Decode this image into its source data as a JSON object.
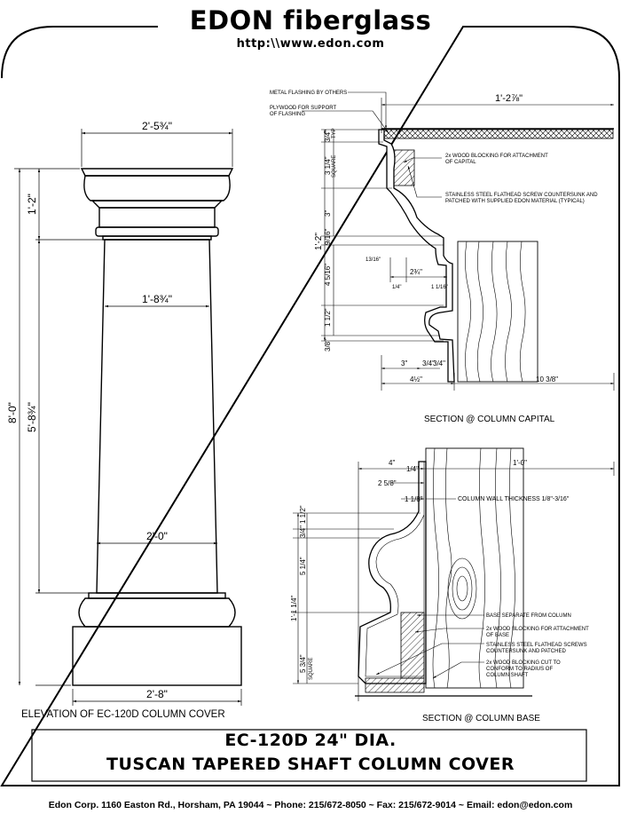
{
  "header": {
    "company": "EDON fiberglass",
    "url": "http:\\\\www.edon.com"
  },
  "elevation": {
    "caption": "ELEVATION OF EC-120D COLUMN COVER",
    "dim_capital_width": "2'-5¾\"",
    "dim_shaft_top": "1'-8¾\"",
    "dim_shaft_bottom": "2'-0\"",
    "dim_base_width": "2'-8\"",
    "dim_capital_height": "1'-2\"",
    "dim_total_height": "8'-0\"",
    "dim_shaft_height": "5'-8¾\""
  },
  "capital_section": {
    "caption": "SECTION @ COLUMN CAPITAL",
    "overall_width": "1'-2⅞\"",
    "notes": [
      "METAL FLASHING BY OTHERS",
      "PLYWOOD FOR SUPPORT",
      "OF FLASHING",
      "2x WOOD BLOCKING FOR ATTACHMENT",
      "OF CAPITAL",
      "STAINLESS STEEL FLATHEAD SCREW COUNTERSUNK AND",
      "PATCHED WITH SUPPLIED EDON MATERIAL (TYPICAL)"
    ],
    "dims_vertical": [
      "3/4\"",
      "3 1/4\"",
      "3\"",
      "9/16\"",
      "4 5/16\"",
      "1 1/2\"",
      "3/8\"",
      "1'-2\""
    ],
    "dims_small": [
      "TYP",
      "SQUARE",
      "13/16\"",
      "1/4\"",
      "1 1/16\""
    ],
    "dims_horizontal": [
      "2¾\"",
      "3\"",
      "3/4\"",
      "3/4\"",
      "4½\"",
      "10 3/8\""
    ]
  },
  "base_section": {
    "caption": "SECTION @ COLUMN BASE",
    "dims_top": [
      "4\"",
      "1/4\"",
      "1'-0\"",
      "2 5/8\"",
      "1 1/8\""
    ],
    "wall_note": "COLUMN WALL THICKNESS 1/8\"-3/16\"",
    "dims_vertical": [
      "1 1/2\"",
      "3/4\"",
      "5 1/4\"",
      "1'-1 1/4\"",
      "5 3/4\""
    ],
    "dims_small": [
      "SQUARE"
    ],
    "notes": [
      "BASE SEPARATE FROM COLUMN",
      "2x WOOD BLOCKING FOR ATTACHMENT",
      "OF BASE",
      "STAINLESS STEEL FLATHEAD SCREWS",
      "COUNTERSUNK AND PATCHED",
      "2x WOOD BLOCKING CUT TO",
      "CONFORM TO RADIUS OF",
      "COLUMN SHAFT"
    ]
  },
  "title_block": {
    "line1": "EC-120D   24\" DIA.",
    "line2": "TUSCAN TAPERED SHAFT COLUMN COVER"
  },
  "footer": "Edon Corp. 1160 Easton Rd.,  Horsham, PA 19044 ~ Phone: 215/672-8050 ~ Fax:  215/672-9014 ~ Email: edon@edon.com"
}
